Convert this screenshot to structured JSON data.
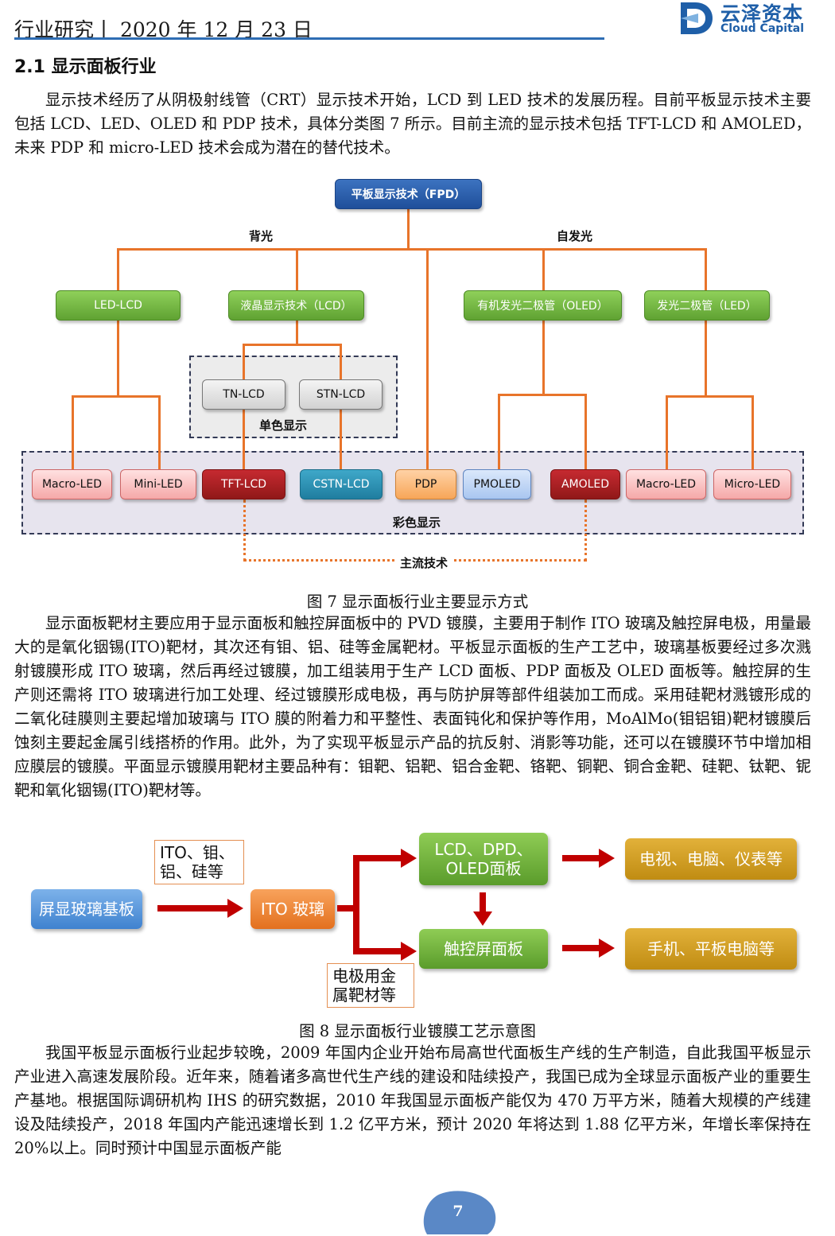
{
  "header": {
    "left": "行业研究丨 2020 年 12 月 23 日",
    "logo_cn": "云泽资本",
    "logo_en": "Cloud Capital"
  },
  "section_title": "2.1 显示面板行业",
  "paragraphs": [
    "显示技术经历了从阴极射线管（CRT）显示技术开始，LCD 到 LED 技术的发展历程。目前平板显示技术主要包括 LCD、LED、OLED 和 PDP 技术，具体分类图 7 所示。目前主流的显示技术包括 TFT-LCD 和 AMOLED，未来 PDP 和 micro-LED 技术会成为潜在的替代技术。",
    "显示面板靶材主要应用于显示面板和触控屏面板中的 PVD 镀膜，主要用于制作 ITO 玻璃及触控屏电极，用量最大的是氧化铟锡(ITO)靶材，其次还有钼、铝、硅等金属靶材。平板显示面板的生产工艺中，玻璃基板要经过多次溅射镀膜形成 ITO 玻璃，然后再经过镀膜，加工组装用于生产 LCD 面板、PDP 面板及 OLED 面板等。触控屏的生产则还需将 ITO 玻璃进行加工处理、经过镀膜形成电极，再与防护屏等部件组装加工而成。采用硅靶材溅镀形成的二氧化硅膜则主要起增加玻璃与 ITO 膜的附着力和平整性、表面钝化和保护等作用，MoAlMo(钼铝钼)靶材镀膜后蚀刻主要起金属引线搭桥的作用。此外，为了实现平板显示产品的抗反射、消影等功能，还可以在镀膜环节中增加相应膜层的镀膜。平面显示镀膜用靶材主要品种有：钼靶、铝靶、铝合金靶、铬靶、铜靶、铜合金靶、硅靶、钛靶、铌靶和氧化铟锡(ITO)靶材等。",
    "我国平板显示面板行业起步较晚，2009 年国内企业开始布局高世代面板生产线的生产制造，自此我国平板显示产业进入高速发展阶段。近年来，随着诸多高世代生产线的建设和陆续投产，我国已成为全球显示面板产业的重要生产基地。根据国际调研机构 IHS 的研究数据，2010 年我国显示面板产能仅为 470 万平方米，随着大规模的产线建设及陆续投产，2018 年国内产能迅速增长到 1.2 亿平方米，预计 2020 年将达到 1.88 亿平方米，年增长率保持在 20%以上。同时预计中国显示面板产能"
  ],
  "fig7": {
    "caption": "图 7 显示面板行业主要显示方式",
    "root": "平板显示技术（FPD）",
    "label_backlight": "背光",
    "label_emissive": "自发光",
    "level2": [
      "LED-LCD",
      "液晶显示技术（LCD）",
      "有机发光二极管（OLED）",
      "发光二极管（LED）"
    ],
    "mono": [
      "TN-LCD",
      "STN-LCD"
    ],
    "mono_label": "单色显示",
    "color": [
      "Macro-LED",
      "Mini-LED",
      "TFT-LCD",
      "CSTN-LCD",
      "PDP",
      "PMOLED",
      "AMOLED",
      "Macro-LED",
      "Micro-LED"
    ],
    "color_label": "彩色显示",
    "mainstream_label": "主流技术"
  },
  "fig8": {
    "caption": "图 8 显示面板行业镀膜工艺示意图",
    "glass": "屏显玻璃基板",
    "note_top": [
      "ITO、钼、",
      "铝、硅等"
    ],
    "ito": "ITO 玻璃",
    "panel": [
      "LCD、DPD、",
      "OLED面板"
    ],
    "touch": "触控屏面板",
    "out1": "电视、电脑、仪表等",
    "out2": "手机、平板电脑等",
    "note_bottom": [
      "电极用金",
      "属靶材等"
    ]
  },
  "page_number": "7",
  "colors": {
    "accent_blue": "#2e6db4",
    "line_orange": "#e8742a",
    "arrow_red": "#c00000"
  }
}
